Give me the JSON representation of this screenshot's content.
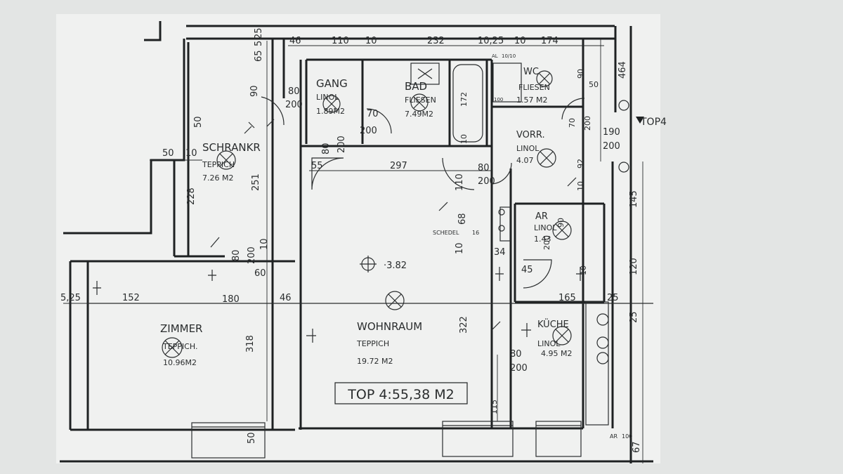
{
  "drawing": {
    "total_label": "TOP 4:55,38 M2",
    "apartment_tag": "TOP4",
    "schedel_label": "SCHEDEL",
    "schedel_value": "16",
    "ceiling_height_label": "·3.82",
    "ar_bottom_label": "AR",
    "ar_bottom_value": "100",
    "ar_wc_value": "100",
    "al_label": "AL",
    "al_value": "10/10"
  },
  "rooms": [
    {
      "name": "GANG",
      "floor": "LINOL",
      "area": "1.89M2"
    },
    {
      "name": "BAD",
      "floor": "FLIESEN",
      "area": "7.49M2"
    },
    {
      "name": "WC",
      "floor": "FLIESEN",
      "area": "1.57 M2"
    },
    {
      "name": "SCHRANKR",
      "floor": "TEPPICH",
      "area": "7.26 M2"
    },
    {
      "name": "VORR.",
      "floor": "LINOL",
      "area": "4.07"
    },
    {
      "name": "AR",
      "floor": "LINOL",
      "area": "1.43"
    },
    {
      "name": "WOHNRAUM",
      "floor": "TEPPICH",
      "area": "19.72 M2"
    },
    {
      "name": "ZIMMER",
      "floor": "TEPPICH.",
      "area": "10.96M2"
    },
    {
      "name": "KÜCHE",
      "floor": "LINOL",
      "area": "4.95 M2"
    }
  ],
  "dimensions": {
    "top": [
      "46",
      "110",
      "10",
      "232",
      "10,25",
      "10",
      "174"
    ],
    "left_column": [
      "65",
      "5",
      "25",
      "90",
      "50",
      "228",
      "251",
      "80",
      "200",
      "10",
      "60"
    ],
    "interior": [
      "80",
      "200",
      "70",
      "200",
      "55",
      "297",
      "80",
      "200",
      "80",
      "200",
      "110",
      "68",
      "10",
      "34",
      "45",
      "165",
      "25",
      "322",
      "115",
      "80",
      "200",
      "172",
      "10",
      "70",
      "200",
      "90",
      "50",
      "92",
      "10",
      "90",
      "200",
      "10"
    ],
    "right_column": [
      "464",
      "190",
      "200",
      "145",
      "120",
      "25",
      "67"
    ],
    "lower_left": [
      "50",
      "10",
      "5,25",
      "152",
      "180",
      "46",
      "318",
      "50"
    ]
  }
}
